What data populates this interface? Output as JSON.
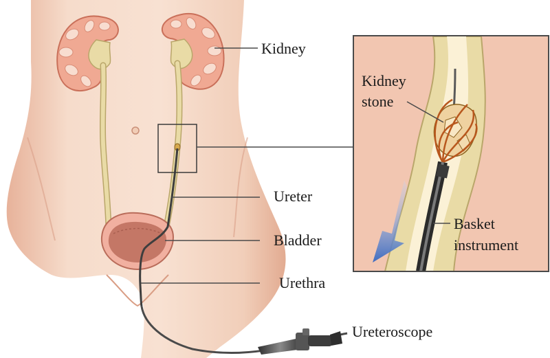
{
  "labels": {
    "kidney": "Kidney",
    "ureter": "Ureter",
    "bladder": "Bladder",
    "urethra": "Urethra",
    "ureteroscope": "Ureteroscope",
    "kidney_stone_line1": "Kidney",
    "kidney_stone_line2": "stone",
    "basket_line1": "Basket",
    "basket_line2": "instrument"
  },
  "colors": {
    "skin": "#f3d2bd",
    "skin_shadow": "#e2ad94",
    "kidney_tissue": "#f0a993",
    "kidney_pyramid": "#f7d6c8",
    "urinary_tract": "#e9dba6",
    "bladder_wall": "#f1b0a0",
    "bladder_inner": "#c47766",
    "scope": "#4a4a4a",
    "stone": "#e9c58f",
    "basket_wire": "#b8571d",
    "arrow": "#4d78c6"
  },
  "icons": [
    "down-arrow-icon"
  ]
}
